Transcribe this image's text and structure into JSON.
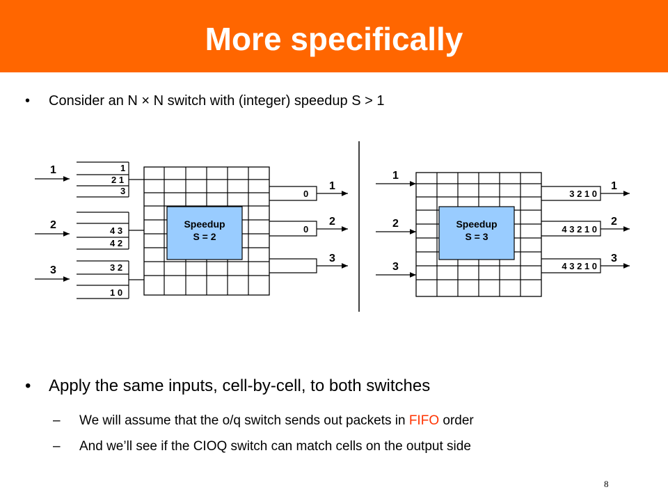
{
  "title": "More specifically",
  "bullet1": {
    "marker": "•",
    "text": "Consider an N × N switch with (integer) speedup S > 1"
  },
  "diagram": {
    "left": {
      "speedup_line1": "Speedup",
      "speedup_line2": "S = 2",
      "inputs": [
        "1",
        "2",
        "3"
      ],
      "input_queues": [
        [
          "1",
          "2 1",
          "3"
        ],
        [
          "4 3",
          "4 2"
        ],
        [
          "3 2",
          "1 0"
        ]
      ],
      "output_queues": [
        "0",
        "0",
        ""
      ],
      "outputs": [
        "1",
        "2",
        "3"
      ]
    },
    "right": {
      "speedup_line1": "Speedup",
      "speedup_line2": "S = 3",
      "inputs": [
        "1",
        "2",
        "3"
      ],
      "output_queues": [
        "3 2 1 0",
        "4 3 2 1 0",
        "4 3 2 1 0"
      ],
      "outputs": [
        "1",
        "2",
        "3"
      ]
    }
  },
  "bullet2": {
    "marker": "•",
    "text": "Apply the same inputs, cell-by-cell, to both switches"
  },
  "sub1": {
    "marker": "–",
    "before": "We will assume that the o/q switch sends out packets in ",
    "highlight": "FIFO",
    "after": " order"
  },
  "sub2": {
    "marker": "–",
    "text": "And we’ll see if the CIOQ switch can match cells on the output side"
  },
  "page_number": "8",
  "colors": {
    "title_bar": "#ff6600",
    "speedup_box": "#99ccff",
    "highlight": "#ff3300"
  }
}
